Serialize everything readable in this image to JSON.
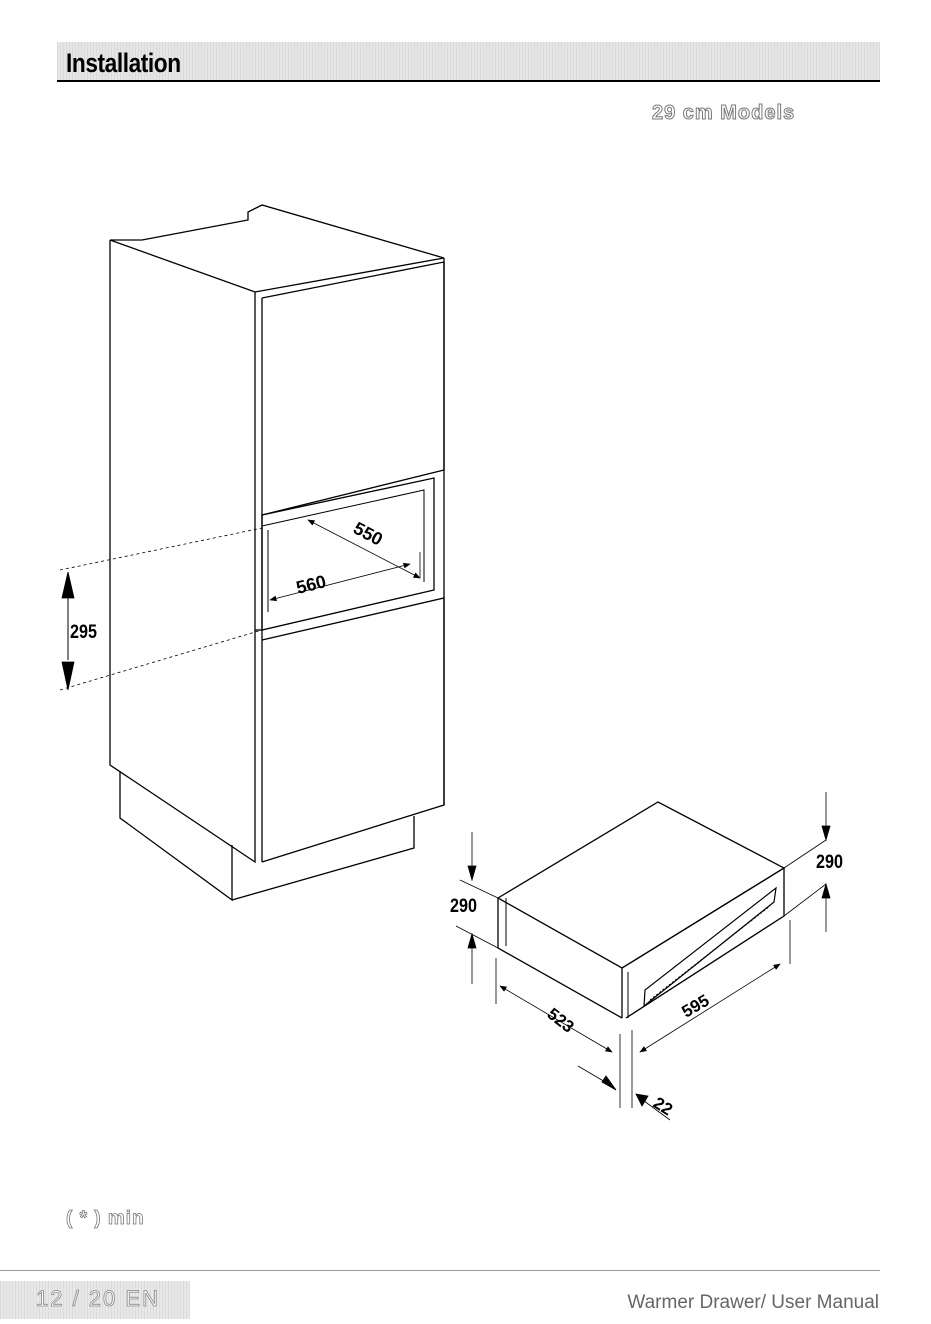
{
  "header": {
    "title": "Installation"
  },
  "models_label": "29 cm Models",
  "cabinet_dimensions": {
    "height": "295",
    "depth": "550",
    "width": "560"
  },
  "drawer_dimensions": {
    "height_left": "290",
    "height_right": "290",
    "depth": "523",
    "width": "595",
    "front_thickness": "22"
  },
  "footnote": "( * ) min",
  "footer": {
    "page": "12 / 20 EN",
    "manual_title": "Warmer Drawer/ User Manual"
  }
}
